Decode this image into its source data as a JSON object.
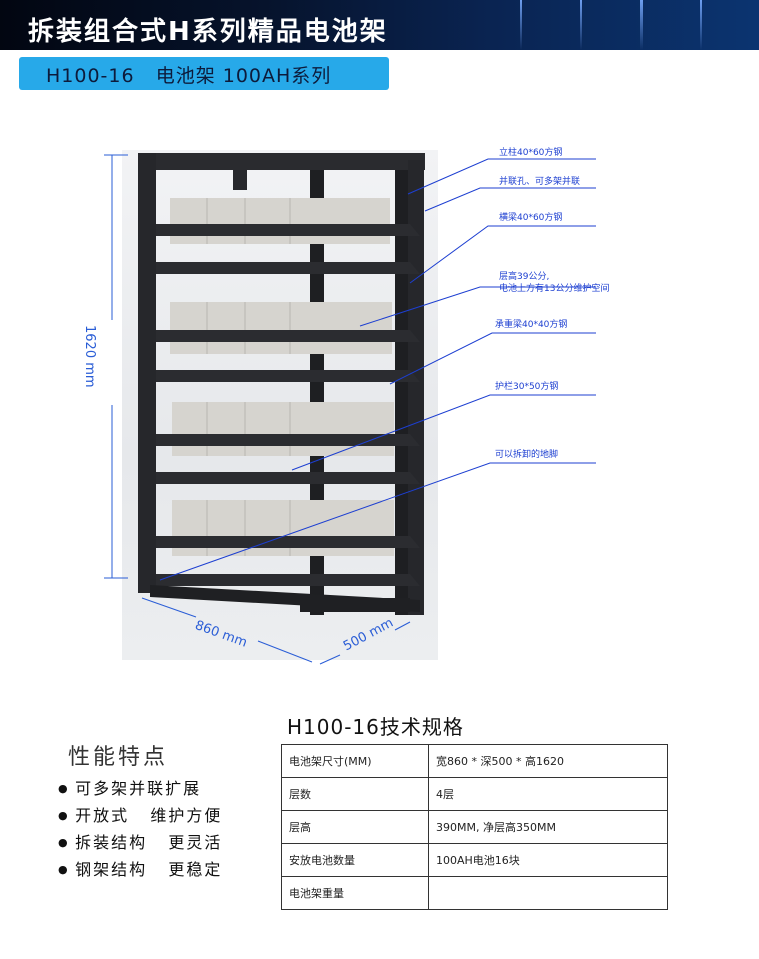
{
  "header": {
    "title": "拆装组合式H系列精品电池架",
    "subtitle": "H100-16   电池架 100AH系列"
  },
  "diagram": {
    "callouts": [
      "立柱40*60方钢",
      "并联孔、可多架并联",
      "横梁40*60方钢",
      "层高39公分,",
      "电池上方有13公分维护空间",
      "承重梁40*40方钢",
      "护栏30*50方钢",
      "可以拆卸的地脚"
    ],
    "dimensions": {
      "height": "1620 mm",
      "width": "860 mm",
      "depth": "500 mm"
    },
    "colors": {
      "rack": "#26272b",
      "battery": "#d6d4cf",
      "annotation": "#1d3fd1"
    }
  },
  "features": {
    "title": "性能特点",
    "items": [
      "可多架并联扩展",
      "开放式   维护方便",
      "拆装结构   更灵活",
      "钢架结构   更稳定"
    ]
  },
  "specs": {
    "title": "H100-16技术规格",
    "rows": [
      {
        "key": "电池架尺寸(MM)",
        "value": "宽860 * 深500 * 高1620"
      },
      {
        "key": "层数",
        "value": "4层"
      },
      {
        "key": "层高",
        "value": "390MM, 净层高350MM"
      },
      {
        "key": "安放电池数量",
        "value": "100AH电池16块"
      },
      {
        "key": "电池架重量",
        "value": ""
      }
    ]
  }
}
